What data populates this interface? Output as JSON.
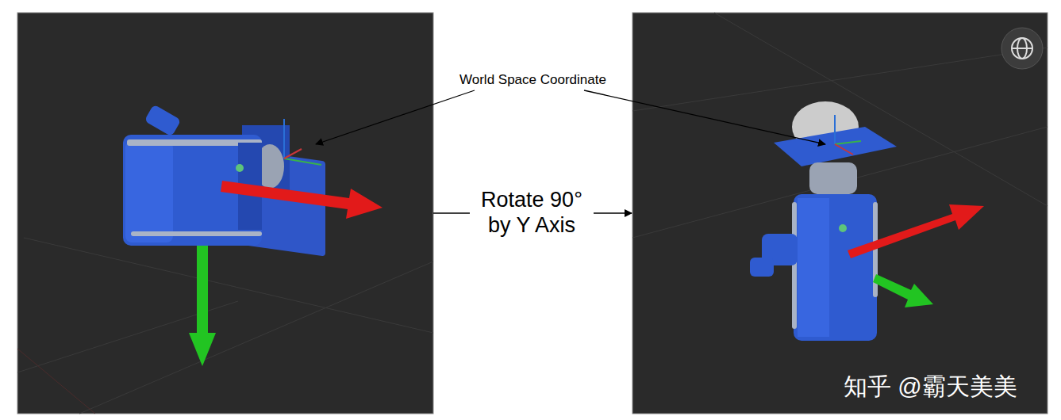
{
  "diagram": {
    "labels": [
      "World Space Coordinate",
      "Rotate 90° by Y Axis",
      "知乎 @霸天美美"
    ]
  }
}
